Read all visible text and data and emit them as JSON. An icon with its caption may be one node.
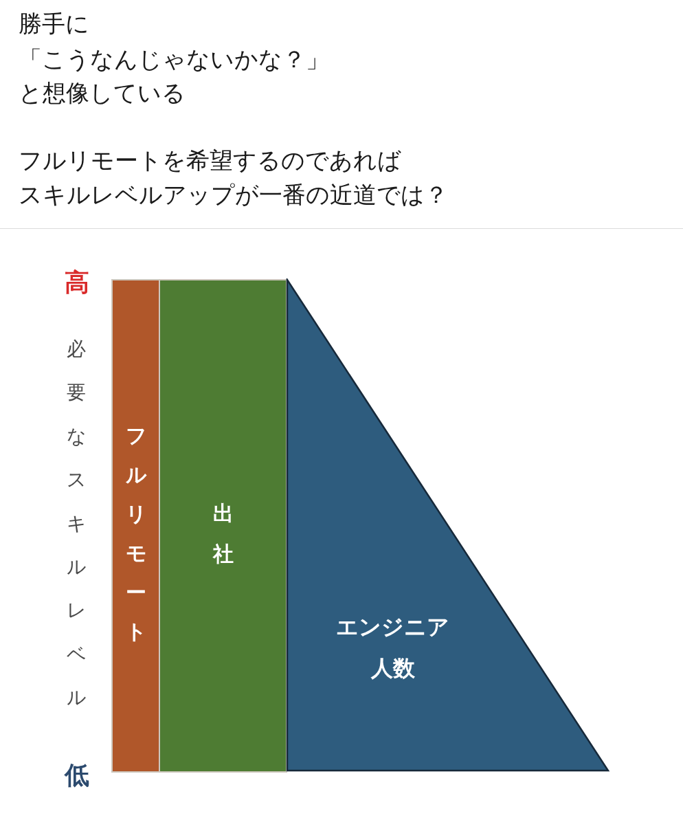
{
  "diagram": {
    "nodes": [
      {
        "text": [
          "フルリモート"
        ]
      },
      {
        "text": [
          "出社"
        ]
      },
      {
        "text": [
          "エンジニア人数"
        ]
      }
    ],
    "labels": [
      "勝手に",
      "「こうなんじゃないかな？」",
      "と想像している",
      "フルリモートを希望するのであれば",
      "スキルレベルアップが一番の近道では？",
      "高",
      "必要なスキルレベル",
      "低"
    ]
  }
}
